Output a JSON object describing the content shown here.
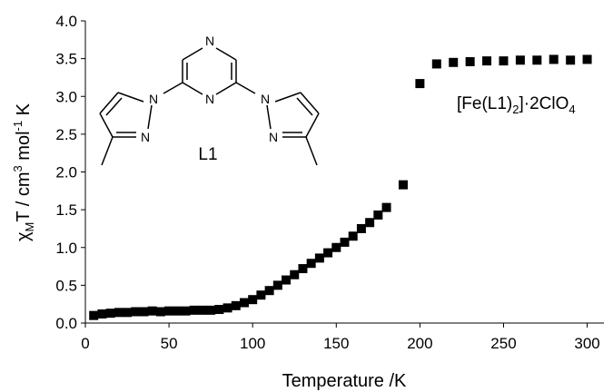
{
  "chart_data": {
    "type": "scatter",
    "xlabel": "Temperature  /K",
    "ylabel": {
      "chi": "χ",
      "sub_m": "M",
      "rest1": "T / cm",
      "sup3": "3",
      "rest2": " mol",
      "supneg1": "-1",
      "rest3": " K"
    },
    "xlim": [
      0,
      310
    ],
    "ylim": [
      0,
      4.0
    ],
    "xticks": [
      0,
      50,
      100,
      150,
      200,
      250,
      300
    ],
    "yticks": [
      0.0,
      0.5,
      1.0,
      1.5,
      2.0,
      2.5,
      3.0,
      3.5,
      4.0
    ],
    "ytick_labels": [
      "0.0",
      "0.5",
      "1.0",
      "1.5",
      "2.0",
      "2.5",
      "3.0",
      "3.5",
      "4.0"
    ],
    "grid": false,
    "marker": "square",
    "marker_color": "#000000",
    "series": [
      {
        "x": [
          5,
          10,
          15,
          20,
          25,
          30,
          35,
          40,
          45,
          50,
          55,
          60,
          65,
          70,
          75,
          80,
          85,
          90,
          95,
          100,
          105,
          110,
          115,
          120,
          125,
          130,
          135,
          140,
          145,
          150,
          155,
          160,
          165,
          170,
          175,
          180,
          190,
          200,
          210,
          220,
          230,
          240,
          250,
          260,
          270,
          280,
          290,
          300
        ],
        "y": [
          0.1,
          0.12,
          0.13,
          0.14,
          0.14,
          0.15,
          0.15,
          0.16,
          0.15,
          0.16,
          0.16,
          0.16,
          0.17,
          0.17,
          0.17,
          0.18,
          0.2,
          0.23,
          0.27,
          0.31,
          0.37,
          0.43,
          0.5,
          0.57,
          0.64,
          0.72,
          0.79,
          0.86,
          0.93,
          1.0,
          1.07,
          1.15,
          1.25,
          1.33,
          1.43,
          1.53,
          1.83,
          3.17,
          3.43,
          3.45,
          3.46,
          3.47,
          3.47,
          3.48,
          3.48,
          3.49,
          3.48,
          3.49
        ]
      }
    ],
    "annotations": {
      "compound": {
        "p1": "[Fe(L1)",
        "sub2": "2",
        "p2": "]·2ClO",
        "sub4": "4"
      },
      "ligand_label": "L1",
      "atom_labels": [
        "N",
        "N",
        "N",
        "N",
        "N",
        "N",
        "N"
      ]
    }
  }
}
